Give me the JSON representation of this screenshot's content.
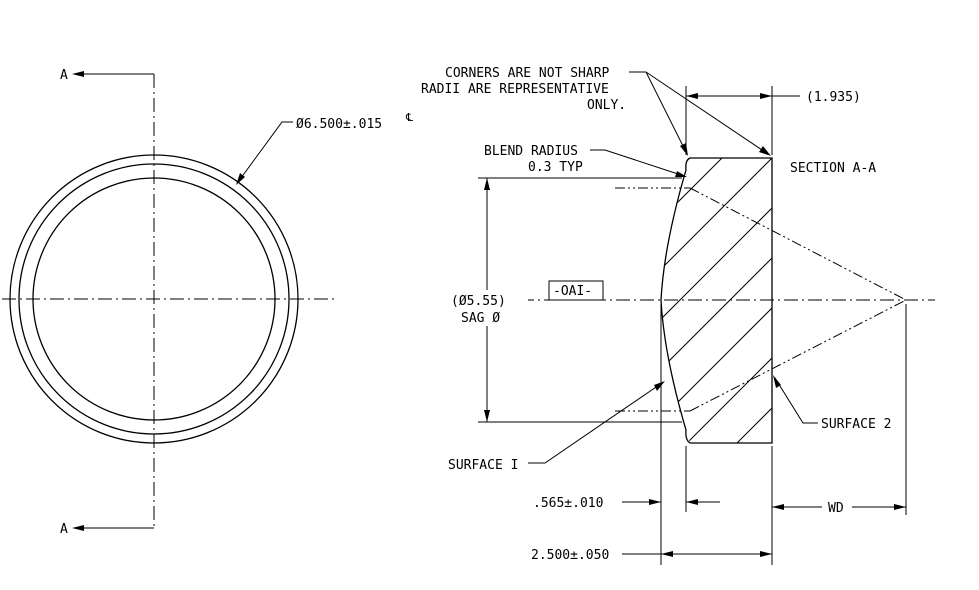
{
  "section_label": "SECTION  A-A",
  "cut_labels": [
    "A",
    "A"
  ],
  "diameter_dim": "Ø6.500±.015",
  "diameter_suffix": "℄",
  "notes": {
    "corners_line1": "CORNERS ARE NOT SHARP",
    "corners_line2": "RADII ARE REPRESENTATIVE",
    "corners_line3": "ONLY."
  },
  "dims": {
    "overall_ref": "(1.935)",
    "blend_radius_line1": "BLEND RADIUS",
    "blend_radius_line2": "0.3 TYP",
    "sag_dia_line1": "(Ø5.55)",
    "sag_dia_line2": "SAG Ø",
    "center_thickness": ".565±.010",
    "edge_thickness": "2.500±.050",
    "wd": "WD"
  },
  "datum": "-OAI-",
  "surface1": "SURFACE I",
  "surface2": "SURFACE 2"
}
